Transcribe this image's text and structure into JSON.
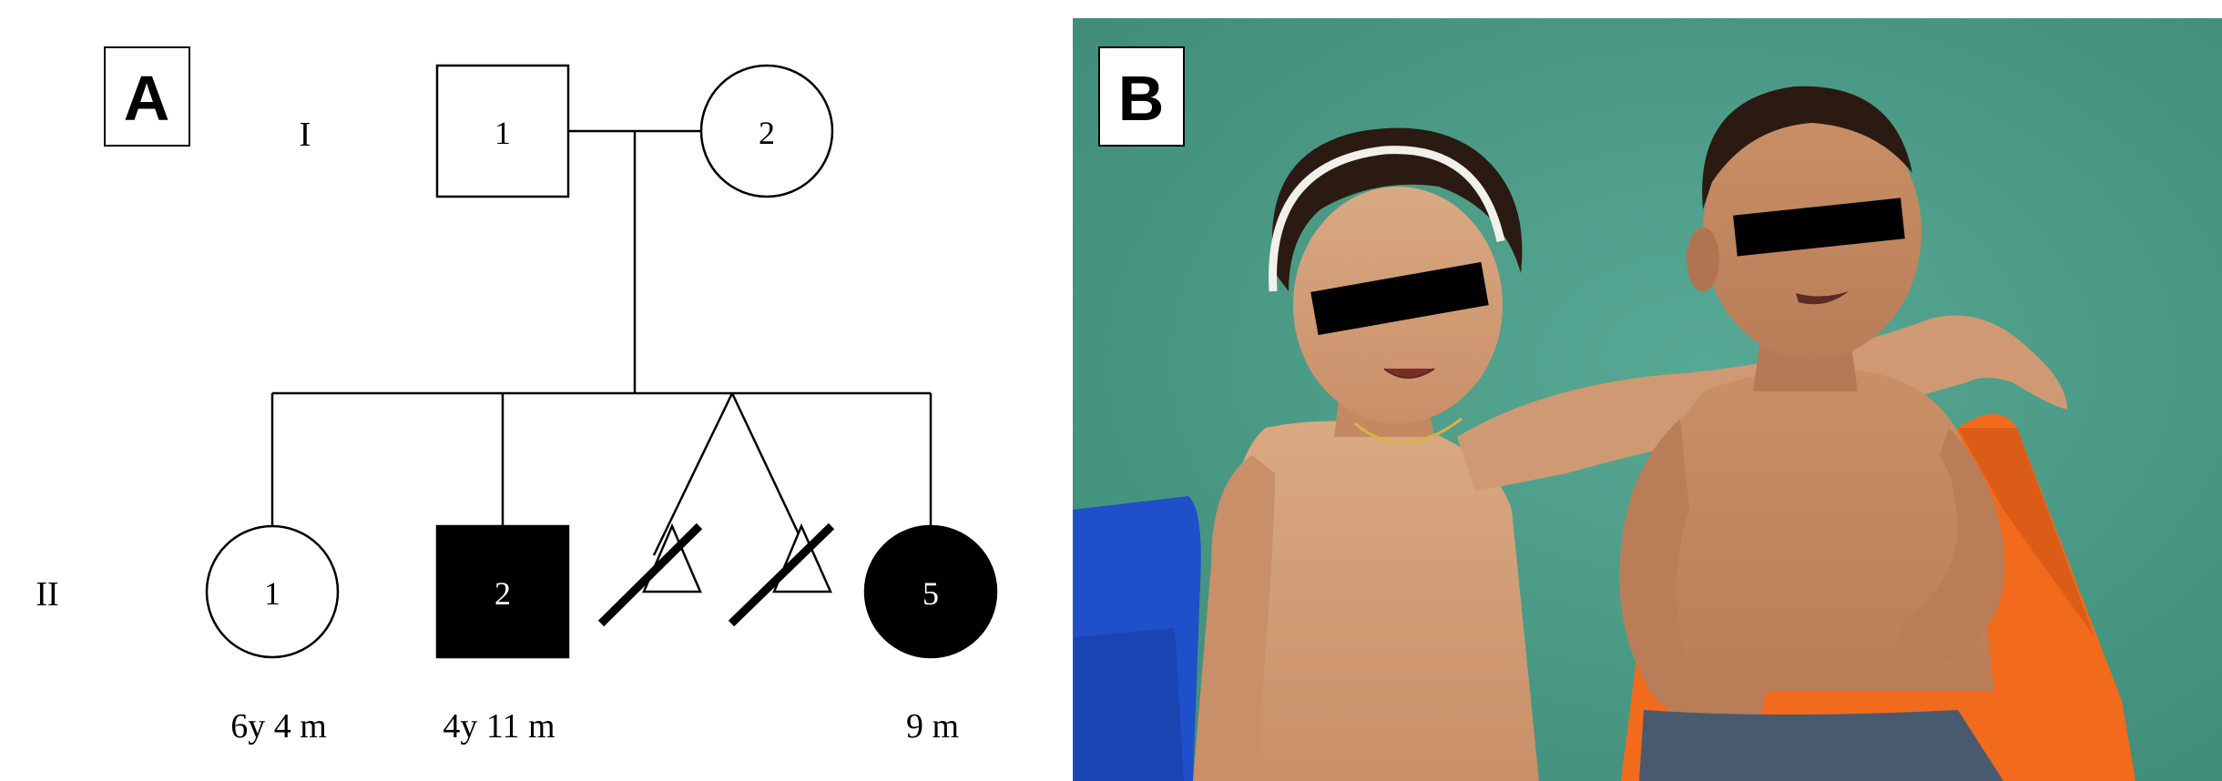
{
  "panel_a": {
    "label": "A",
    "generations": [
      "I",
      "II"
    ],
    "gen1": {
      "father": "1",
      "mother": "2"
    },
    "gen2": {
      "daughter": {
        "number": "1",
        "age": "6y 4 m"
      },
      "son": {
        "number": "2",
        "age": "4y 11 m"
      },
      "last_daughter": {
        "number": "5",
        "age": "9 m"
      }
    }
  },
  "panel_b": {
    "label": "B",
    "colors": {
      "backdrop": "#4a9a86",
      "skin": "#d4a07a",
      "blue_chair": "#1f4fc9",
      "orange_chair": "#f26a1c",
      "jeans": "#4a5a6e"
    }
  }
}
